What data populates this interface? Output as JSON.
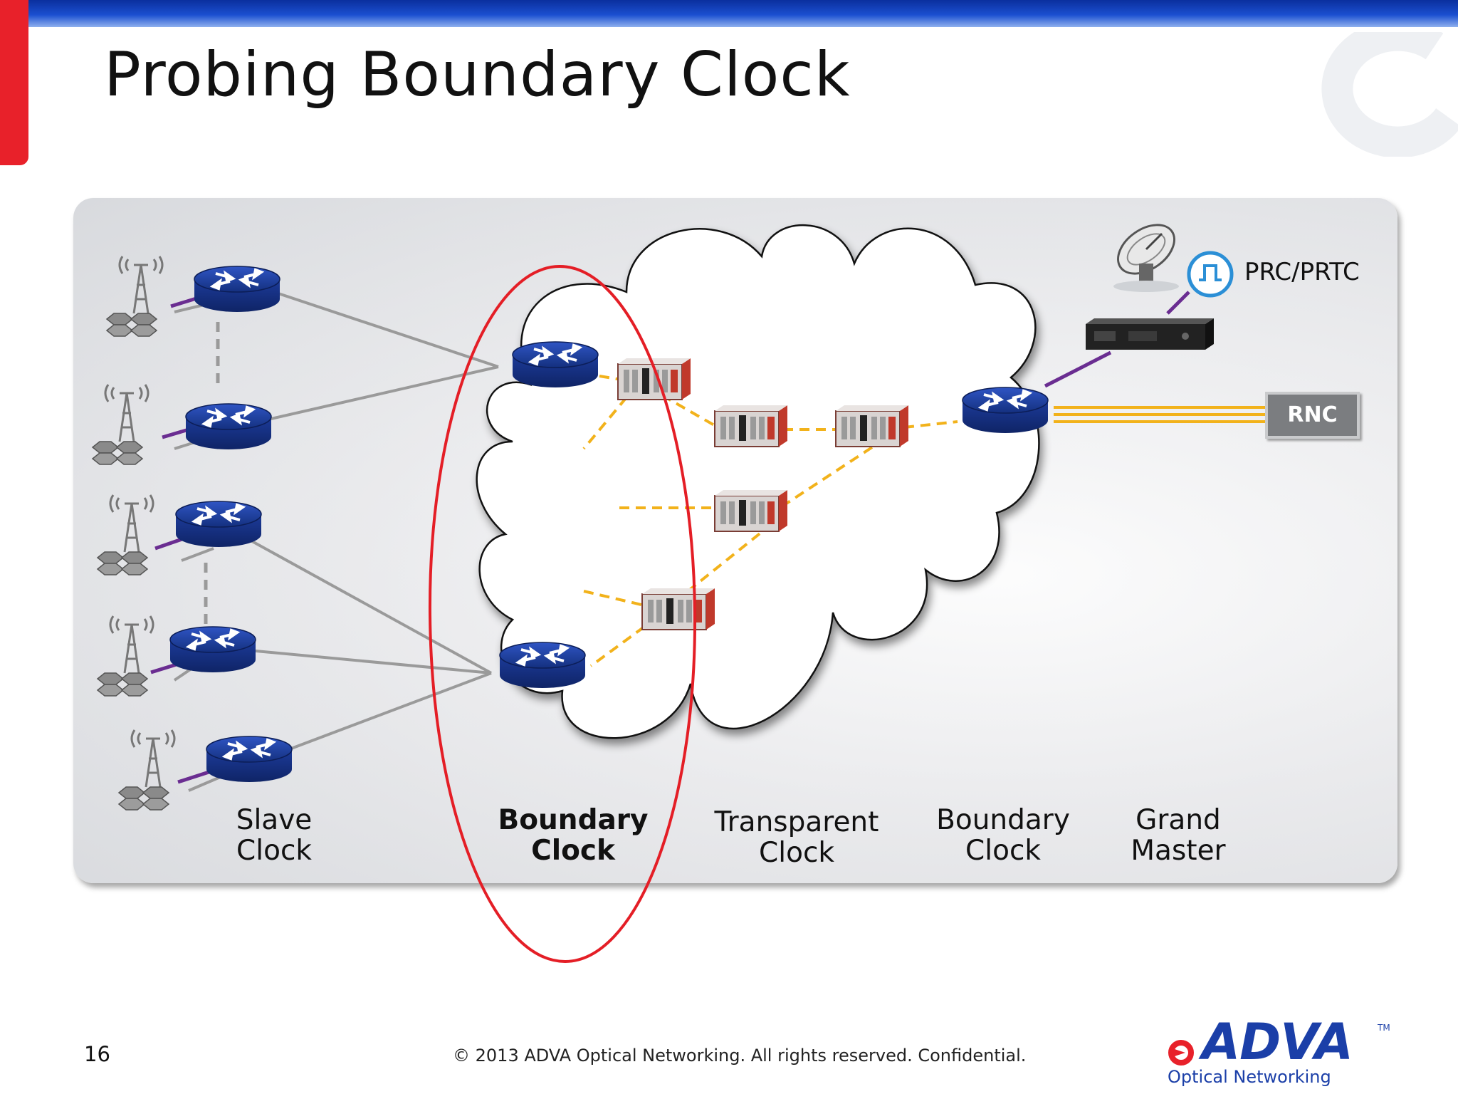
{
  "slide": {
    "title": "Probing Boundary Clock",
    "page_number": "16",
    "copyright": "© 2013 ADVA Optical Networking. All rights reserved. Confidential."
  },
  "diagram": {
    "labels": {
      "slave": [
        "Slave",
        "Clock"
      ],
      "boundary_left": [
        "Boundary",
        "Clock"
      ],
      "transparent": [
        "Transparent",
        "Clock"
      ],
      "boundary_right": [
        "Boundary",
        "Clock"
      ],
      "grand_master": [
        "Grand",
        "Master"
      ]
    },
    "prc_label": "PRC/PRTC",
    "rnc_label": "RNC",
    "highlight_color": "#e41e26",
    "timing_link_color": "#f2b21b",
    "access_link_color": "#6a2d91",
    "router_color": "#1a3591"
  },
  "logo": {
    "word": "ADVA",
    "tagline": "Optical Networking",
    "tm": "TM",
    "brand_color": "#1b3fa8",
    "accent_color": "#e8212a"
  },
  "icons": [
    "router-icon",
    "cell-tower-icon",
    "base-station-icon",
    "switch-node-icon",
    "satellite-dish-icon",
    "clock-pulse-icon",
    "rack-server-icon"
  ]
}
